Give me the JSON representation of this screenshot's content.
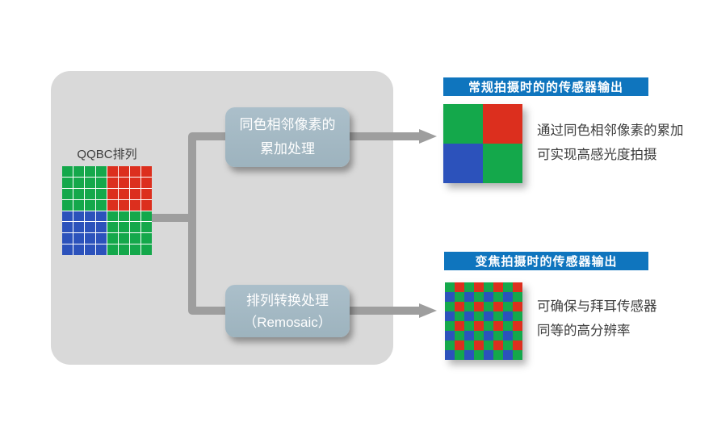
{
  "colors": {
    "ui": {
      "panel": "#d9d9d9",
      "connector": "#9e9e9e",
      "box": "#9db3be",
      "box_top": "#abbfca",
      "header": "#0f75be",
      "text": "#3c3c3c"
    },
    "cells": {
      "G": "#14a84b",
      "R": "#dc2f1e",
      "B": "#2c52bb"
    }
  },
  "source": {
    "label": "QQBC排列",
    "grid_rows": [
      "GGGGRRRR",
      "GGGGRRRR",
      "GGGGRRRR",
      "GGGGRRRR",
      "BBBBGGGG",
      "BBBBGGGG",
      "BBBBGGGG",
      "BBBBGGGG"
    ]
  },
  "process_boxes": {
    "accumulate": {
      "line1": "同色相邻像素的",
      "line2": "累加处理"
    },
    "remosaic": {
      "line1": "排列转换处理",
      "line2": "（Remosaic）"
    }
  },
  "outputs": {
    "normal": {
      "header": "常规拍摄时的的传感器输出",
      "grid_rows": [
        "GR",
        "BG"
      ],
      "desc_line1": "通过同色相邻像素的累加",
      "desc_line2": "可实现高感光度拍摄"
    },
    "zoom": {
      "header": "变焦拍摄时的传感器输出",
      "grid_rows": [
        "GRGRGRGR",
        "BGBGBGBG",
        "GRGRGRGR",
        "BGBGBGBG",
        "GRGRGRGR",
        "BGBGBGBG",
        "GRGRGRGR",
        "BGBGBGBG"
      ],
      "desc_line1": "可确保与拜耳传感器",
      "desc_line2": "同等的高分辨率"
    }
  }
}
